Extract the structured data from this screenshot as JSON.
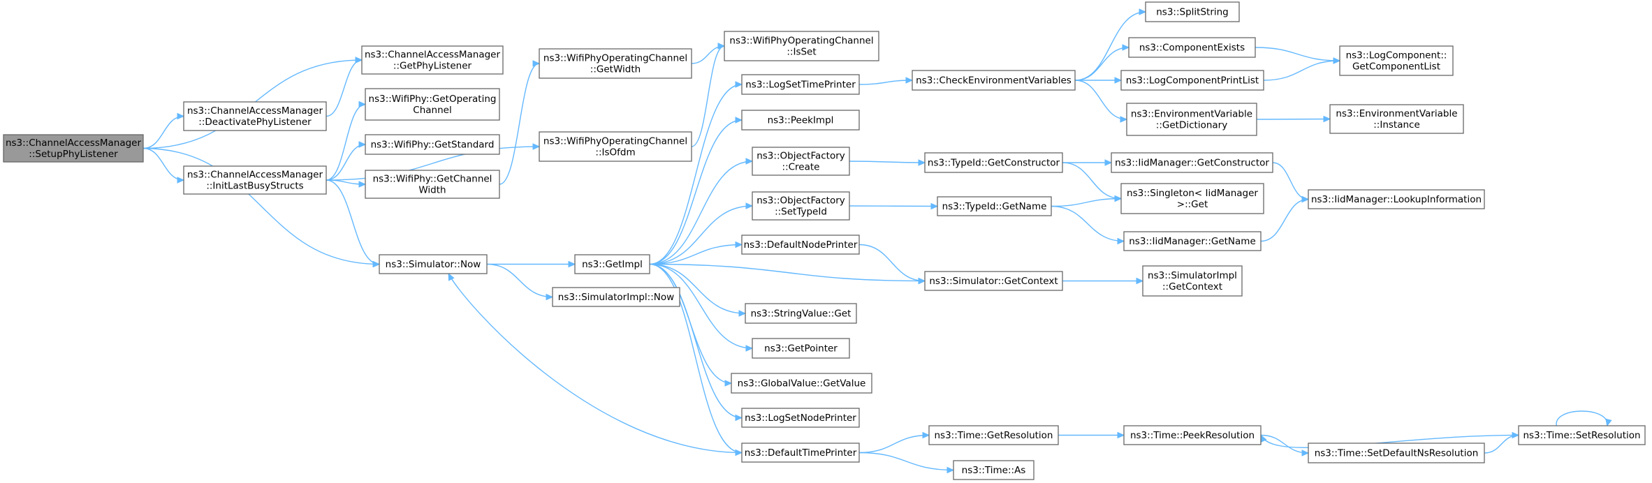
{
  "graph": {
    "edge_color": "#63b8ff",
    "node_border_color": "#666666",
    "root_fill_color": "#999999",
    "nodes": [
      {
        "id": "setup",
        "lines": [
          "ns3::ChannelAccessManager",
          "::SetupPhyListener"
        ],
        "root": true
      },
      {
        "id": "getphylistener",
        "lines": [
          "ns3::ChannelAccessManager",
          "::GetPhyListener"
        ]
      },
      {
        "id": "deactivate",
        "lines": [
          "ns3::ChannelAccessManager",
          "::DeactivatePhyListener"
        ]
      },
      {
        "id": "initlast",
        "lines": [
          "ns3::ChannelAccessManager",
          "::InitLastBusyStructs"
        ]
      },
      {
        "id": "getopch",
        "lines": [
          "ns3::WifiPhy::GetOperating",
          "Channel"
        ]
      },
      {
        "id": "getstandard",
        "lines": [
          "ns3::WifiPhy::GetStandard"
        ]
      },
      {
        "id": "getchwidth",
        "lines": [
          "ns3::WifiPhy::GetChannel",
          "Width"
        ]
      },
      {
        "id": "opchgetwidth",
        "lines": [
          "ns3::WifiPhyOperatingChannel",
          "::GetWidth"
        ]
      },
      {
        "id": "opchisset",
        "lines": [
          "ns3::WifiPhyOperatingChannel",
          "::IsSet"
        ]
      },
      {
        "id": "opchisofdm",
        "lines": [
          "ns3::WifiPhyOperatingChannel",
          "::IsOfdm"
        ]
      },
      {
        "id": "simnow",
        "lines": [
          "ns3::Simulator::Now"
        ]
      },
      {
        "id": "getimpl",
        "lines": [
          "ns3::GetImpl"
        ]
      },
      {
        "id": "simimplnow",
        "lines": [
          "ns3::SimulatorImpl::Now"
        ]
      },
      {
        "id": "logsettime",
        "lines": [
          "ns3::LogSetTimePrinter"
        ]
      },
      {
        "id": "peekimpl",
        "lines": [
          "ns3::PeekImpl"
        ]
      },
      {
        "id": "ofcreate",
        "lines": [
          "ns3::ObjectFactory",
          "::Create"
        ]
      },
      {
        "id": "ofsettypeid",
        "lines": [
          "ns3::ObjectFactory",
          "::SetTypeId"
        ]
      },
      {
        "id": "defnodeprinter",
        "lines": [
          "ns3::DefaultNodePrinter"
        ]
      },
      {
        "id": "stringvalueget",
        "lines": [
          "ns3::StringValue::Get"
        ]
      },
      {
        "id": "getpointer",
        "lines": [
          "ns3::GetPointer"
        ]
      },
      {
        "id": "globalvalue",
        "lines": [
          "ns3::GlobalValue::GetValue"
        ]
      },
      {
        "id": "logsetnode",
        "lines": [
          "ns3::LogSetNodePrinter"
        ]
      },
      {
        "id": "deftimeprinter",
        "lines": [
          "ns3::DefaultTimePrinter"
        ]
      },
      {
        "id": "checkenv",
        "lines": [
          "ns3::CheckEnvironmentVariables"
        ]
      },
      {
        "id": "typeidgetctor",
        "lines": [
          "ns3::TypeId::GetConstructor"
        ]
      },
      {
        "id": "typeidgetname",
        "lines": [
          "ns3::TypeId::GetName"
        ]
      },
      {
        "id": "simgetcontext",
        "lines": [
          "ns3::Simulator::GetContext"
        ]
      },
      {
        "id": "timegetres",
        "lines": [
          "ns3::Time::GetResolution"
        ]
      },
      {
        "id": "timeas",
        "lines": [
          "ns3::Time::As"
        ]
      },
      {
        "id": "splitstring",
        "lines": [
          "ns3::SplitString"
        ]
      },
      {
        "id": "compexists",
        "lines": [
          "ns3::ComponentExists"
        ]
      },
      {
        "id": "logcompprintlist",
        "lines": [
          "ns3::LogComponentPrintList"
        ]
      },
      {
        "id": "envgetdict",
        "lines": [
          "ns3::EnvironmentVariable",
          "::GetDictionary"
        ]
      },
      {
        "id": "iidgetctor",
        "lines": [
          "ns3::IidManager::GetConstructor"
        ]
      },
      {
        "id": "singletonget",
        "lines": [
          "ns3::Singleton< IidManager",
          " >::Get"
        ]
      },
      {
        "id": "iidgetname",
        "lines": [
          "ns3::IidManager::GetName"
        ]
      },
      {
        "id": "simimplgetctx",
        "lines": [
          "ns3::SimulatorImpl",
          "::GetContext"
        ]
      },
      {
        "id": "timepeekres",
        "lines": [
          "ns3::Time::PeekResolution"
        ]
      },
      {
        "id": "timesetdefns",
        "lines": [
          "ns3::Time::SetDefaultNsResolution"
        ]
      },
      {
        "id": "logcompgetlist",
        "lines": [
          "ns3::LogComponent::",
          "GetComponentList"
        ]
      },
      {
        "id": "envinstance",
        "lines": [
          "ns3::EnvironmentVariable",
          "::Instance"
        ]
      },
      {
        "id": "iidlookup",
        "lines": [
          "ns3::IidManager::LookupInformation"
        ]
      },
      {
        "id": "timesetres",
        "lines": [
          "ns3::Time::SetResolution"
        ]
      }
    ],
    "edges": [
      [
        "setup",
        "getphylistener"
      ],
      [
        "setup",
        "deactivate"
      ],
      [
        "setup",
        "initlast"
      ],
      [
        "setup",
        "simnow"
      ],
      [
        "deactivate",
        "getphylistener"
      ],
      [
        "initlast",
        "getopch"
      ],
      [
        "initlast",
        "getstandard"
      ],
      [
        "initlast",
        "getchwidth"
      ],
      [
        "initlast",
        "opchisofdm"
      ],
      [
        "initlast",
        "simnow"
      ],
      [
        "getchwidth",
        "opchgetwidth"
      ],
      [
        "opchgetwidth",
        "opchisset"
      ],
      [
        "opchisofdm",
        "opchisset"
      ],
      [
        "simnow",
        "getimpl"
      ],
      [
        "simnow",
        "simimplnow"
      ],
      [
        "getimpl",
        "logsettime"
      ],
      [
        "getimpl",
        "peekimpl"
      ],
      [
        "getimpl",
        "ofcreate"
      ],
      [
        "getimpl",
        "ofsettypeid"
      ],
      [
        "getimpl",
        "defnodeprinter"
      ],
      [
        "getimpl",
        "simgetcontext"
      ],
      [
        "getimpl",
        "stringvalueget"
      ],
      [
        "getimpl",
        "getpointer"
      ],
      [
        "getimpl",
        "globalvalue"
      ],
      [
        "getimpl",
        "logsetnode"
      ],
      [
        "getimpl",
        "deftimeprinter"
      ],
      [
        "deftimeprinter",
        "simnow"
      ],
      [
        "deftimeprinter",
        "timegetres"
      ],
      [
        "deftimeprinter",
        "timeas"
      ],
      [
        "logsettime",
        "checkenv"
      ],
      [
        "checkenv",
        "splitstring"
      ],
      [
        "checkenv",
        "compexists"
      ],
      [
        "checkenv",
        "logcompprintlist"
      ],
      [
        "checkenv",
        "envgetdict"
      ],
      [
        "compexists",
        "logcompgetlist"
      ],
      [
        "logcompprintlist",
        "logcompgetlist"
      ],
      [
        "envgetdict",
        "envinstance"
      ],
      [
        "ofcreate",
        "typeidgetctor"
      ],
      [
        "typeidgetctor",
        "iidgetctor"
      ],
      [
        "typeidgetctor",
        "singletonget"
      ],
      [
        "ofsettypeid",
        "typeidgetname"
      ],
      [
        "typeidgetname",
        "singletonget"
      ],
      [
        "typeidgetname",
        "iidgetname"
      ],
      [
        "iidgetctor",
        "iidlookup"
      ],
      [
        "iidgetname",
        "iidlookup"
      ],
      [
        "defnodeprinter",
        "simgetcontext"
      ],
      [
        "simgetcontext",
        "simimplgetctx"
      ],
      [
        "timegetres",
        "timepeekres"
      ],
      [
        "timepeekres",
        "timesetdefns"
      ],
      [
        "timesetdefns",
        "timesetres"
      ],
      [
        "timesetres",
        "timepeekres"
      ],
      [
        "timesetres",
        "timesetres"
      ]
    ]
  }
}
